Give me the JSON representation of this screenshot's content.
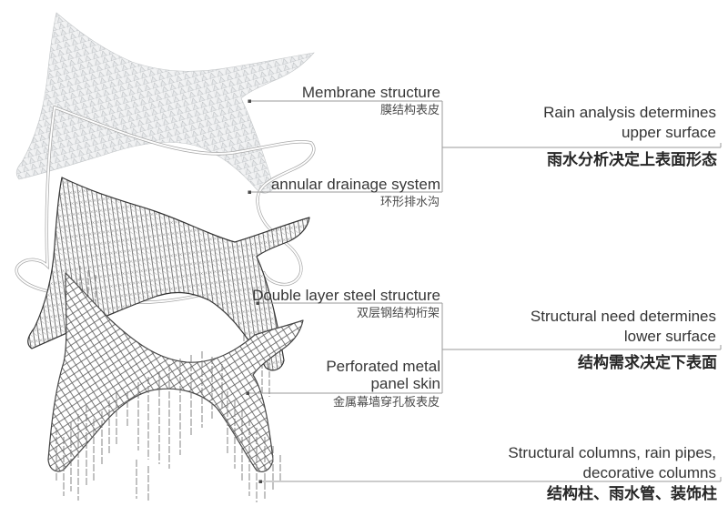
{
  "figure": {
    "title_hint": "Exploded axonometric layer diagram of canopy structure",
    "background_color": "#ffffff",
    "leader_line_color": "#9a9a9a",
    "text_color": "#3a3a3a",
    "layers": [
      {
        "id": "membrane",
        "label_en": "Membrane structure",
        "label_zh": "膜结构表皮"
      },
      {
        "id": "annular",
        "label_en": "annular drainage system",
        "label_zh": "环形排水沟"
      },
      {
        "id": "steel",
        "label_en": "Double layer steel structure",
        "label_zh": "双层钢结构桁架"
      },
      {
        "id": "perforated",
        "label_en": "Perforated metal\npanel skin",
        "label_zh": "金属幕墙穿孔板表皮"
      }
    ],
    "annotations": [
      {
        "id": "rain",
        "en": "Rain analysis determines\nupper surface",
        "zh": "雨水分析决定上表面形态"
      },
      {
        "id": "structural",
        "en": "Structural need determines\nlower surface",
        "zh": "结构需求决定下表面"
      },
      {
        "id": "columns",
        "en": "Structural columns, rain pipes,\ndecorative columns",
        "zh": "结构柱、雨水管、装饰柱"
      }
    ]
  }
}
